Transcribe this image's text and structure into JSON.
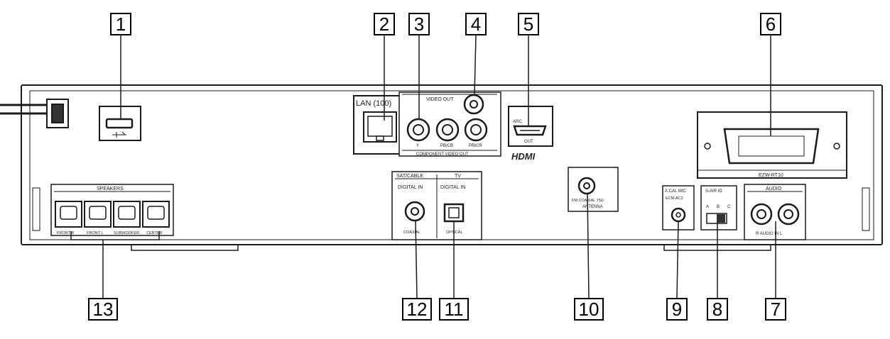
{
  "callouts": {
    "n1": "1",
    "n2": "2",
    "n3": "3",
    "n4": "4",
    "n5": "5",
    "n6": "6",
    "n7": "7",
    "n8": "8",
    "n9": "9",
    "n10": "10",
    "n11": "11",
    "n12": "12",
    "n13": "13"
  },
  "labels": {
    "lan": "LAN (100)",
    "video_out": "VIDEO OUT",
    "component_video_out": "COMPONENT VIDEO OUT",
    "comp_y": "Y",
    "comp_pb": "PB/CB",
    "comp_pr": "PR/CR",
    "arc": "ARC",
    "hdmi_out": "OUT",
    "hdmi_logo": "HDMI",
    "ezw": "EZW-RT10",
    "speakers": "SPEAKERS",
    "front_r": "FRONT R",
    "front_l": "FRONT L",
    "subwoofer": "SUBWOOFER",
    "center": "CENTER",
    "sat_cable": "SAT/CABLE",
    "tv": "TV",
    "digital_in_1": "DIGITAL IN",
    "digital_in_2": "DIGITAL IN",
    "coaxial": "COAXIAL",
    "optical": "OPTICAL",
    "fm_coaxial": "FM COAXIAL 75Ω",
    "antenna": "ANTENNA",
    "a_cal_mic": "A.CAL MIC",
    "ecm": "ECM-AC2",
    "s_air_id": "S-AIR ID",
    "s_air_a": "A",
    "s_air_b": "B",
    "s_air_c": "C",
    "audio": "AUDIO",
    "audio_in": "R  AUDIO IN  L"
  },
  "colors": {
    "line": "#1a1a1a",
    "panel_fill": "#ffffff"
  }
}
